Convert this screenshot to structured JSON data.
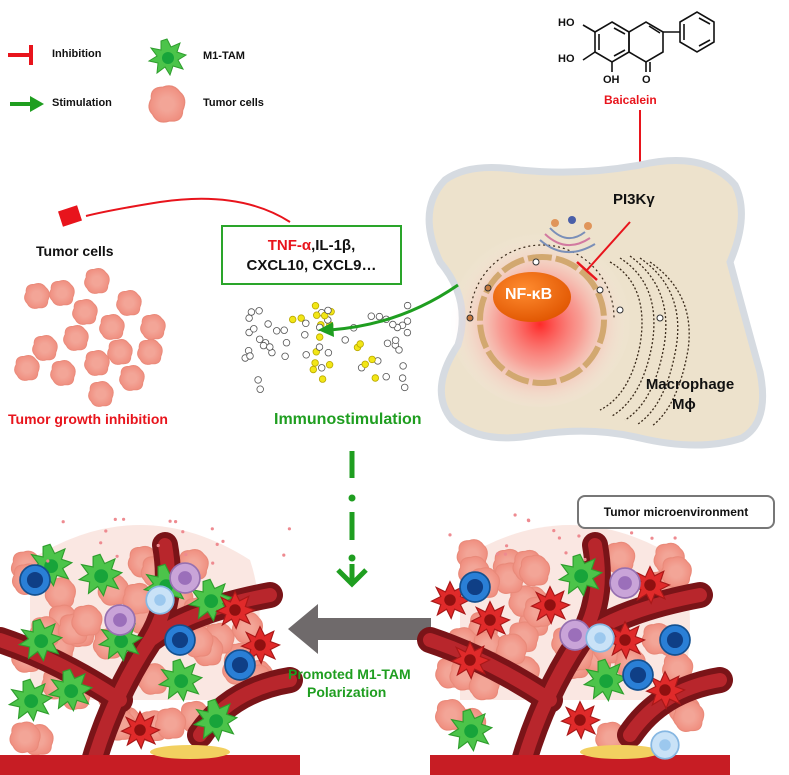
{
  "legend": {
    "inhibition": "Inhibition",
    "stimulation": "Stimulation",
    "m1_tam": "M1-TAM",
    "tumor_cells": "Tumor cells"
  },
  "compound": {
    "name": "Baicalein",
    "oh1": "HO",
    "oh2": "HO",
    "oh3": "OH",
    "o": "O"
  },
  "targets": {
    "pi3k": "PI3Kγ",
    "nfkb": "NF-κB"
  },
  "macrophage": {
    "line1": "Macrophage",
    "line2": "Mϕ"
  },
  "cytokines": {
    "tnf": "TNF-α",
    "rest1": ",IL-1β,",
    "line2": "CXCL10, CXCL9…"
  },
  "left": {
    "tumor_cells": "Tumor cells",
    "outcome": "Tumor growth inhibition"
  },
  "center": {
    "immuno": "Immunostimulation"
  },
  "bottom": {
    "tme": "Tumor microenvironment",
    "polar1": "Promoted M1-TAM",
    "polar2": "Polarization"
  },
  "colors": {
    "red": "#e8141c",
    "green": "#1f9e20",
    "macrophage_fill": "#ede2cc",
    "nfkb": "#f06a10"
  }
}
